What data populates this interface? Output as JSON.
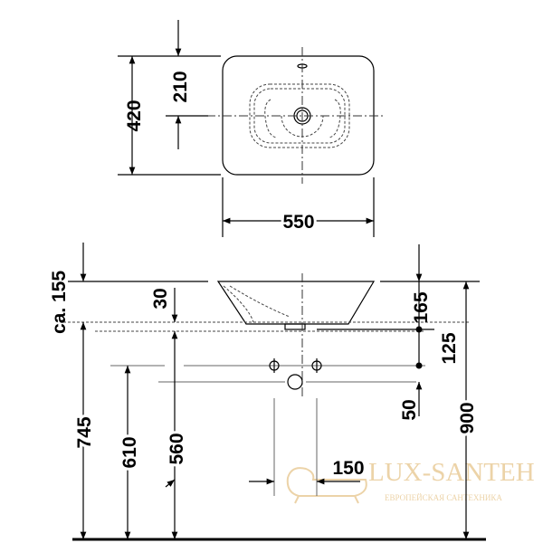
{
  "top_view": {
    "width_label": "550",
    "depth_label": "420",
    "center_label": "210"
  },
  "front_view": {
    "basin_height_label": "ca. 155",
    "counter_label": "30",
    "counter_height_label": "745",
    "valve_height_label": "610",
    "drain_height_label": "560",
    "basin_to_valves_label": "165",
    "valve_offset_label": "125",
    "drain_offset_label": "50",
    "total_height_label": "900",
    "valve_spacing_label": "150"
  },
  "watermark": {
    "brand": "LUX-SANTEH",
    "tagline": "ЕВРОПЕЙСКАЯ САНТЕХНИКА",
    "color": "#ecd3a8"
  }
}
